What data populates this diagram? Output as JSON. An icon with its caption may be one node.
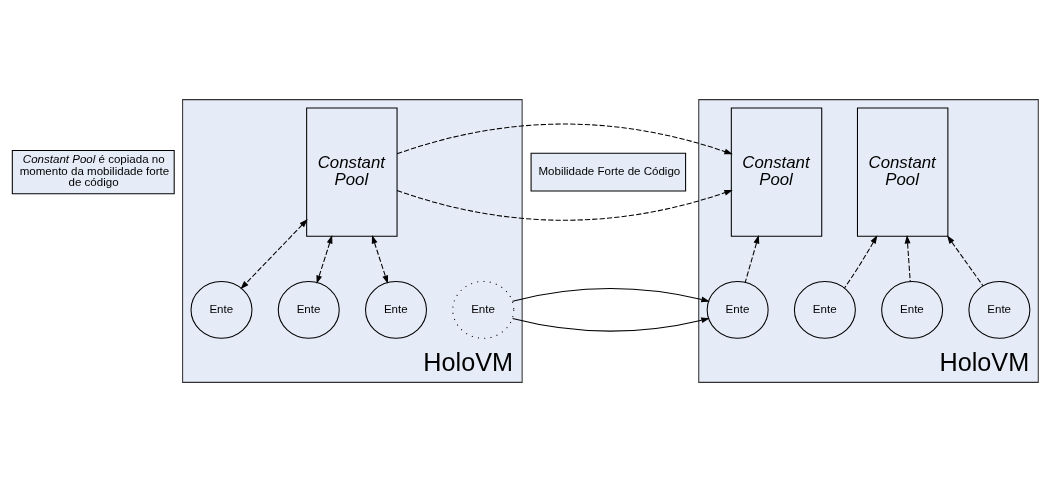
{
  "diagram": {
    "nodes": [
      {
        "text": [
          "*Constant Pool* é copiada no momento da mobilidade forte de código"
        ]
      },
      {
        "text": [
          "HoloVM"
        ]
      },
      {
        "text": [
          "Constant Pool"
        ],
        "in": 1
      },
      {
        "text": [
          "Ente"
        ],
        "in": 1
      },
      {
        "text": [
          "Ente"
        ],
        "in": 1
      },
      {
        "text": [
          "Ente"
        ],
        "in": 1
      },
      {
        "text": [
          "Ente"
        ],
        "in": 1
      },
      {
        "text": [
          "Mobilidade Forte de Código"
        ]
      },
      {
        "text": [
          "HoloVM"
        ]
      },
      {
        "text": [
          "Constant Pool"
        ],
        "in": 8
      },
      {
        "text": [
          "Constant Pool"
        ],
        "in": 8
      },
      {
        "text": [
          "Ente"
        ],
        "in": 8
      },
      {
        "text": [
          "Ente"
        ],
        "in": 8
      },
      {
        "text": [
          "Ente"
        ],
        "in": 8
      },
      {
        "text": [
          "Ente"
        ],
        "in": 8
      }
    ],
    "edges": [
      {
        "from": 2,
        "to": 10,
        "arrow": "to",
        "style": "dashed"
      },
      {
        "from": 2,
        "to": 3,
        "arrow": "both",
        "style": "dashed"
      },
      {
        "from": 2,
        "to": 4,
        "arrow": "both",
        "style": "dashed"
      },
      {
        "from": 2,
        "to": 5,
        "arrow": "both",
        "style": "dashed"
      },
      {
        "from": 6,
        "to": 11,
        "arrow": "to"
      },
      {
        "from": 11,
        "to": 10,
        "arrow": "to",
        "style": "dashed"
      },
      {
        "from": 12,
        "to": 9,
        "arrow": "to",
        "style": "dashed"
      },
      {
        "from": 13,
        "to": 9,
        "arrow": "to",
        "style": "dashed"
      },
      {
        "from": 14,
        "to": 9,
        "arrow": "to",
        "style": "dashed"
      }
    ]
  }
}
